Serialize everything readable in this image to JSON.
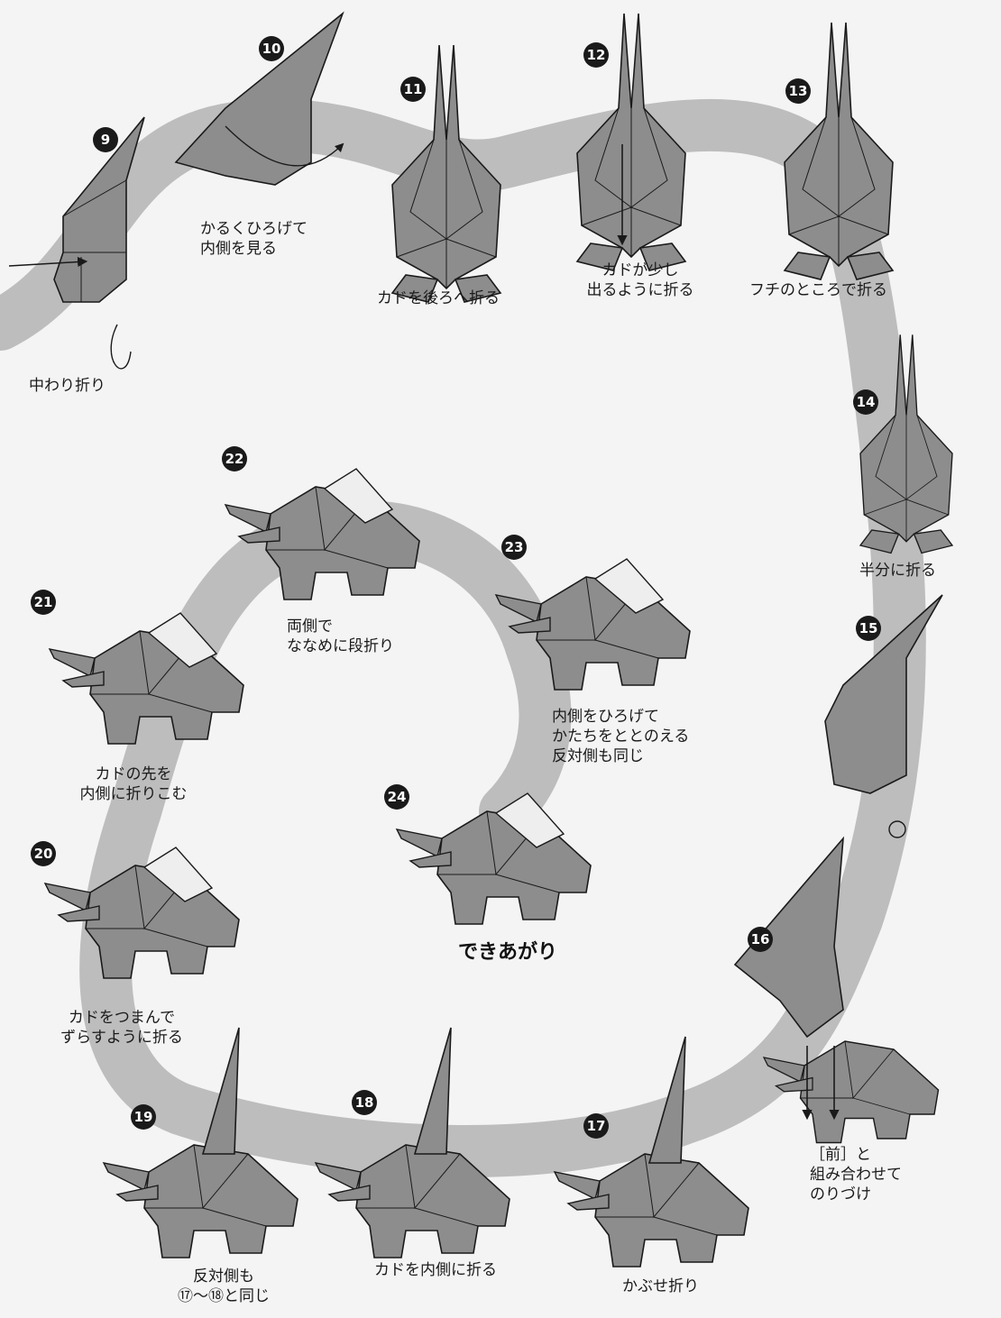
{
  "steps": [
    {
      "num": "9"
    },
    {
      "num": "10"
    },
    {
      "num": "11"
    },
    {
      "num": "12"
    },
    {
      "num": "13"
    },
    {
      "num": "14"
    },
    {
      "num": "15"
    },
    {
      "num": "16"
    },
    {
      "num": "17"
    },
    {
      "num": "18"
    },
    {
      "num": "19"
    },
    {
      "num": "20"
    },
    {
      "num": "21"
    },
    {
      "num": "22"
    },
    {
      "num": "23"
    },
    {
      "num": "24"
    }
  ],
  "captions": {
    "s9": [
      "中わり折り"
    ],
    "s10": [
      "かるくひろげて",
      "内側を見る"
    ],
    "s11": [
      "カドを後ろへ折る"
    ],
    "s12": [
      "カドが少し",
      "出るように折る"
    ],
    "s13": [
      "フチのところで折る"
    ],
    "s14": [
      "半分に折る"
    ],
    "s16": [
      "［前］と",
      "組み合わせて",
      "のりづけ"
    ],
    "s17": [
      "かぶせ折り"
    ],
    "s18": [
      "カドを内側に折る"
    ],
    "s19": [
      "反対側も",
      "⑰〜⑱と同じ"
    ],
    "s20": [
      "カドをつまんで",
      "ずらすように折る"
    ],
    "s21": [
      "カドの先を",
      "内側に折りこむ"
    ],
    "s22": [
      "両側で",
      "ななめに段折り"
    ],
    "s23": [
      "内側をひろげて",
      "かたちをととのえる",
      "反対側も同じ"
    ]
  },
  "finish_label": "できあがり",
  "colors": {
    "paper": "#f4f4f4",
    "path": "#bdbdbd",
    "model": "#8d8d8d",
    "model_dark": "#6e6e6e",
    "line": "#1a1a1a"
  },
  "icons": [
    "rabbit-fold-icon",
    "elephant-fold-icon",
    "arrow-icon",
    "rotate-icon"
  ]
}
